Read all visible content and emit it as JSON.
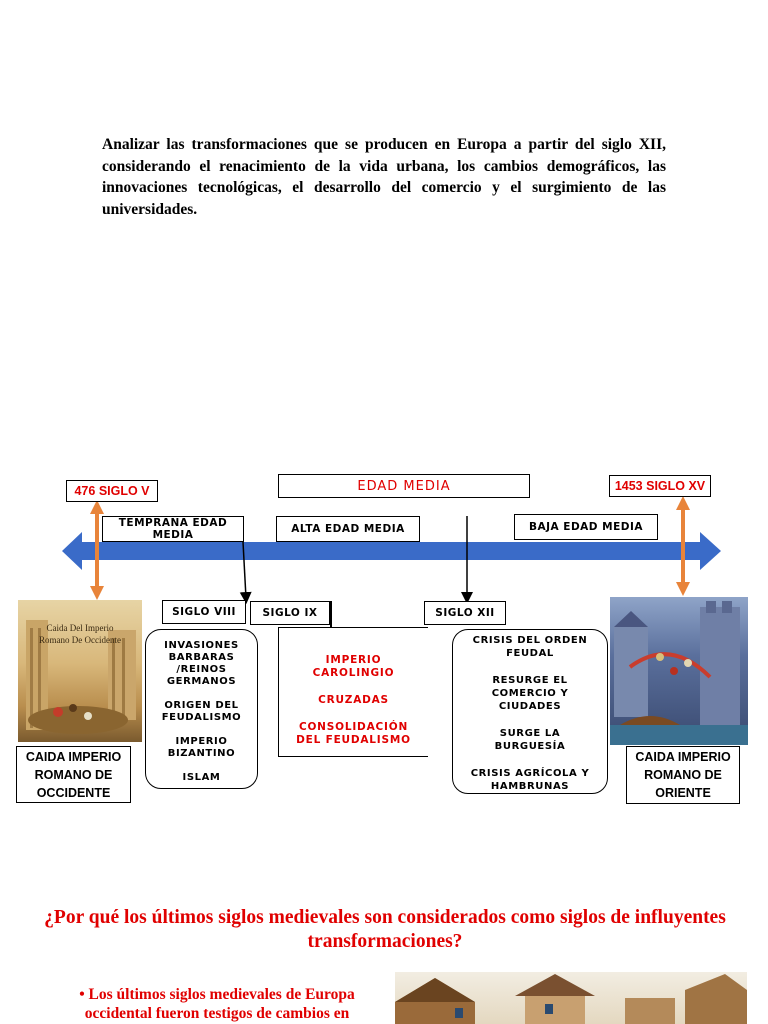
{
  "intro": {
    "text": "Analizar las transformaciones que se producen en Europa a partir del siglo XII, considerando el renacimiento de la vida urbana, los cambios demográficos, las innovaciones tecnológicas, el desarrollo del comercio y el surgimiento de las universidades."
  },
  "timeline": {
    "start_label": "476 SIGLO V",
    "end_label": "1453 SIGLO XV",
    "main_title": "EDAD MEDIA",
    "periods": {
      "temprana": "TEMPRANA EDAD MEDIA",
      "alta": "ALTA EDAD MEDIA",
      "baja": "BAJA EDAD MEDIA"
    },
    "centuries": {
      "viii": "SIGLO  VIII",
      "ix": "SIGLO  IX",
      "xii": "SIGLO  XII"
    },
    "left_events": [
      "INVASIONES BARBARAS /REINOS GERMANOS",
      "ORIGEN DEL FEUDALISMO",
      "IMPERIO BIZANTINO",
      "ISLAM"
    ],
    "middle_events": [
      "IMPERIO CAROLINGIO",
      "CRUZADAS",
      "CONSOLIDACIÓN DEL FEUDALISMO"
    ],
    "right_events": [
      "CRISIS DEL ORDEN FEUDAL",
      "RESURGE EL COMERCIO Y CIUDADES",
      "SURGE LA BURGUESÍA",
      "CRISIS AGRÍCOLA Y HAMBRUNAS"
    ],
    "left_image_caption_text": "Caida Del Imperio Romano De Occidente",
    "left_caption": "CAIDA IMPERIO ROMANO DE OCCIDENTE",
    "right_caption": "CAIDA IMPERIO ROMANO DE ORIENTE",
    "colors": {
      "arrow": "#3a6bc8",
      "accent_arrow": "#e8843a",
      "red_text": "#e00000"
    }
  },
  "question": {
    "text": "¿Por qué los últimos siglos medievales son considerados como siglos de influyentes transformaciones?"
  },
  "bullet": {
    "marker": "•",
    "text": "Los últimos siglos medievales de Europa occidental fueron testigos de cambios en"
  }
}
